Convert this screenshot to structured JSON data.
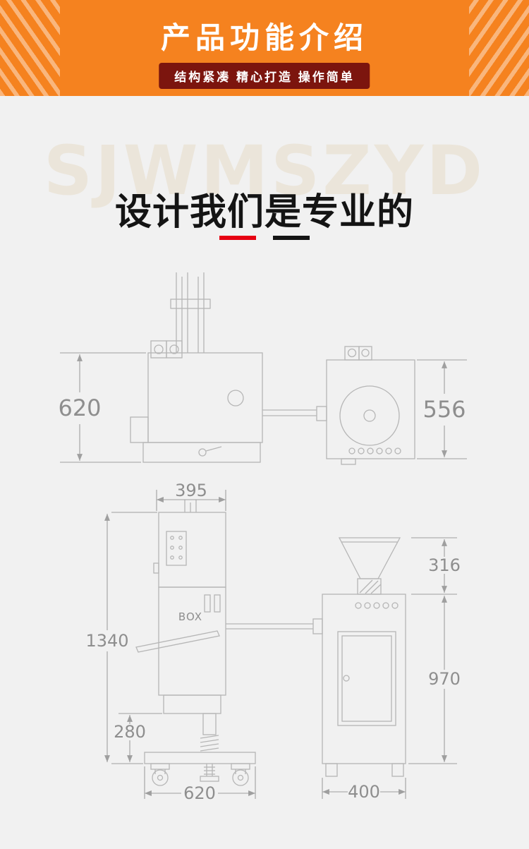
{
  "header": {
    "title": "产品功能介绍",
    "subtitle": "结构紧凑 精心打造 操作简单"
  },
  "hero": {
    "watermark": "SJWMSZYD",
    "headline": "设计我们是专业的"
  },
  "diagram": {
    "box_label": "BOX",
    "dims": {
      "side_height": "620",
      "front_disc_height": "556",
      "top_width": "395",
      "total_height": "1340",
      "base_lift": "280",
      "base_width": "620",
      "hopper_height": "316",
      "body_height": "970",
      "depth": "400"
    }
  },
  "colors": {
    "banner_orange": "#f5821f",
    "subtitle_maroon": "#7c150e",
    "underline_red": "#e60012",
    "underline_black": "#141414",
    "drawing_line_gray": "#b6b6b6",
    "background_gray": "#f1f1f1"
  }
}
